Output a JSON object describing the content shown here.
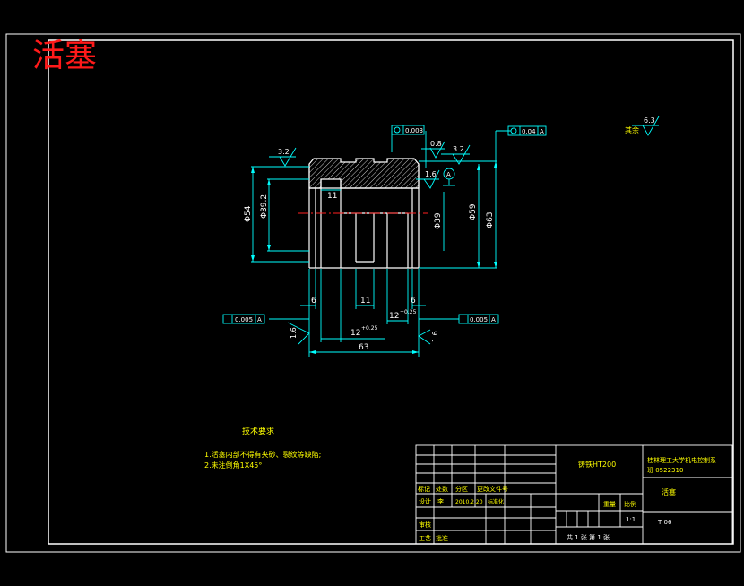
{
  "title": "活塞",
  "roughness": {
    "r1": "3.2",
    "r2": "0.8",
    "r3": "3.2",
    "r4": "1.6",
    "r_left": "1.6",
    "r_right": "1.6",
    "rest_label": "其余",
    "rest_value": "6.3"
  },
  "tolerance_frames": {
    "top1": "0.003",
    "top2": "0.04",
    "top2_datum": "A",
    "left": "0.005",
    "left_datum": "A",
    "right": "0.005",
    "right_datum": "A"
  },
  "datum": "A",
  "dimensions": {
    "d_outer_left": "Φ54",
    "d_inner_left": "Φ39.2",
    "d_groove": "Φ39",
    "d_right_a": "Φ59",
    "d_right_b": "Φ63",
    "top_groove_width": "11",
    "left_6": "6",
    "mid_11": "11",
    "right_6": "6",
    "groove_12": "12",
    "groove_12_tol": "+0.25",
    "groove_12b": "12",
    "groove_12b_tol": "+0.25",
    "overall": "63"
  },
  "tech_requirements": {
    "title": "技术要求",
    "items": [
      "1.活塞内部不得有夹砂、裂纹等缺陷;",
      "2.未注倒角1X45°"
    ]
  },
  "title_block": {
    "material": "铸铁HT200",
    "school": "桂林理工大学机电控制系",
    "class": "班 0522310",
    "part_name": "活塞",
    "headers": [
      "标记",
      "处数",
      "分区",
      "更改文件号"
    ],
    "design_row": [
      "设计",
      "李",
      "标准化",
      "2010.2.20"
    ],
    "review": "审核",
    "craft": "工艺",
    "weight": "重量",
    "scale_label": "比例",
    "scale": "1:1",
    "drawing_no": "T 06",
    "sheets": "共 1 张  第 1 张",
    "approve": "批准"
  }
}
